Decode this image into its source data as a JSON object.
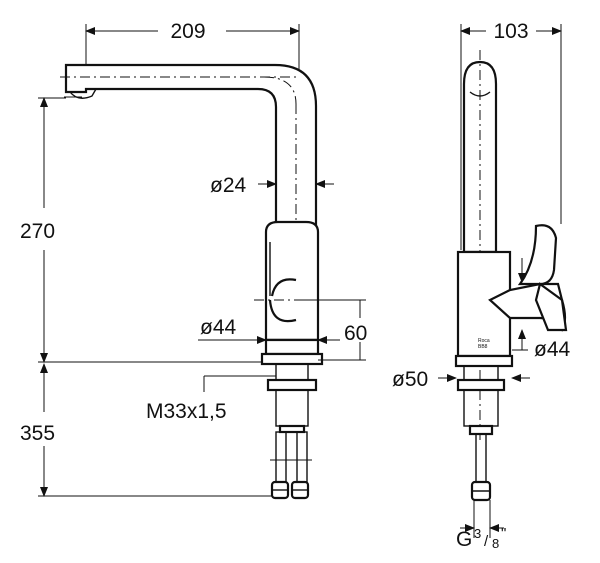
{
  "front_view": {
    "spout_reach": "209",
    "height_above_deck": "270",
    "height_below_deck": "355",
    "spout_tube_diameter": "ø24",
    "body_diameter": "ø44",
    "lever_height": "60",
    "mounting_thread": "M33x1,5"
  },
  "side_view": {
    "depth": "103",
    "base_diameter": "ø50",
    "lever_diameter": "ø44",
    "connection_prefix": "G",
    "connection_fraction_num": "3",
    "connection_fraction_den": "8",
    "connection_suffix": "\"",
    "brand_mark_line1": "Roca",
    "brand_mark_line2": "BB8"
  }
}
